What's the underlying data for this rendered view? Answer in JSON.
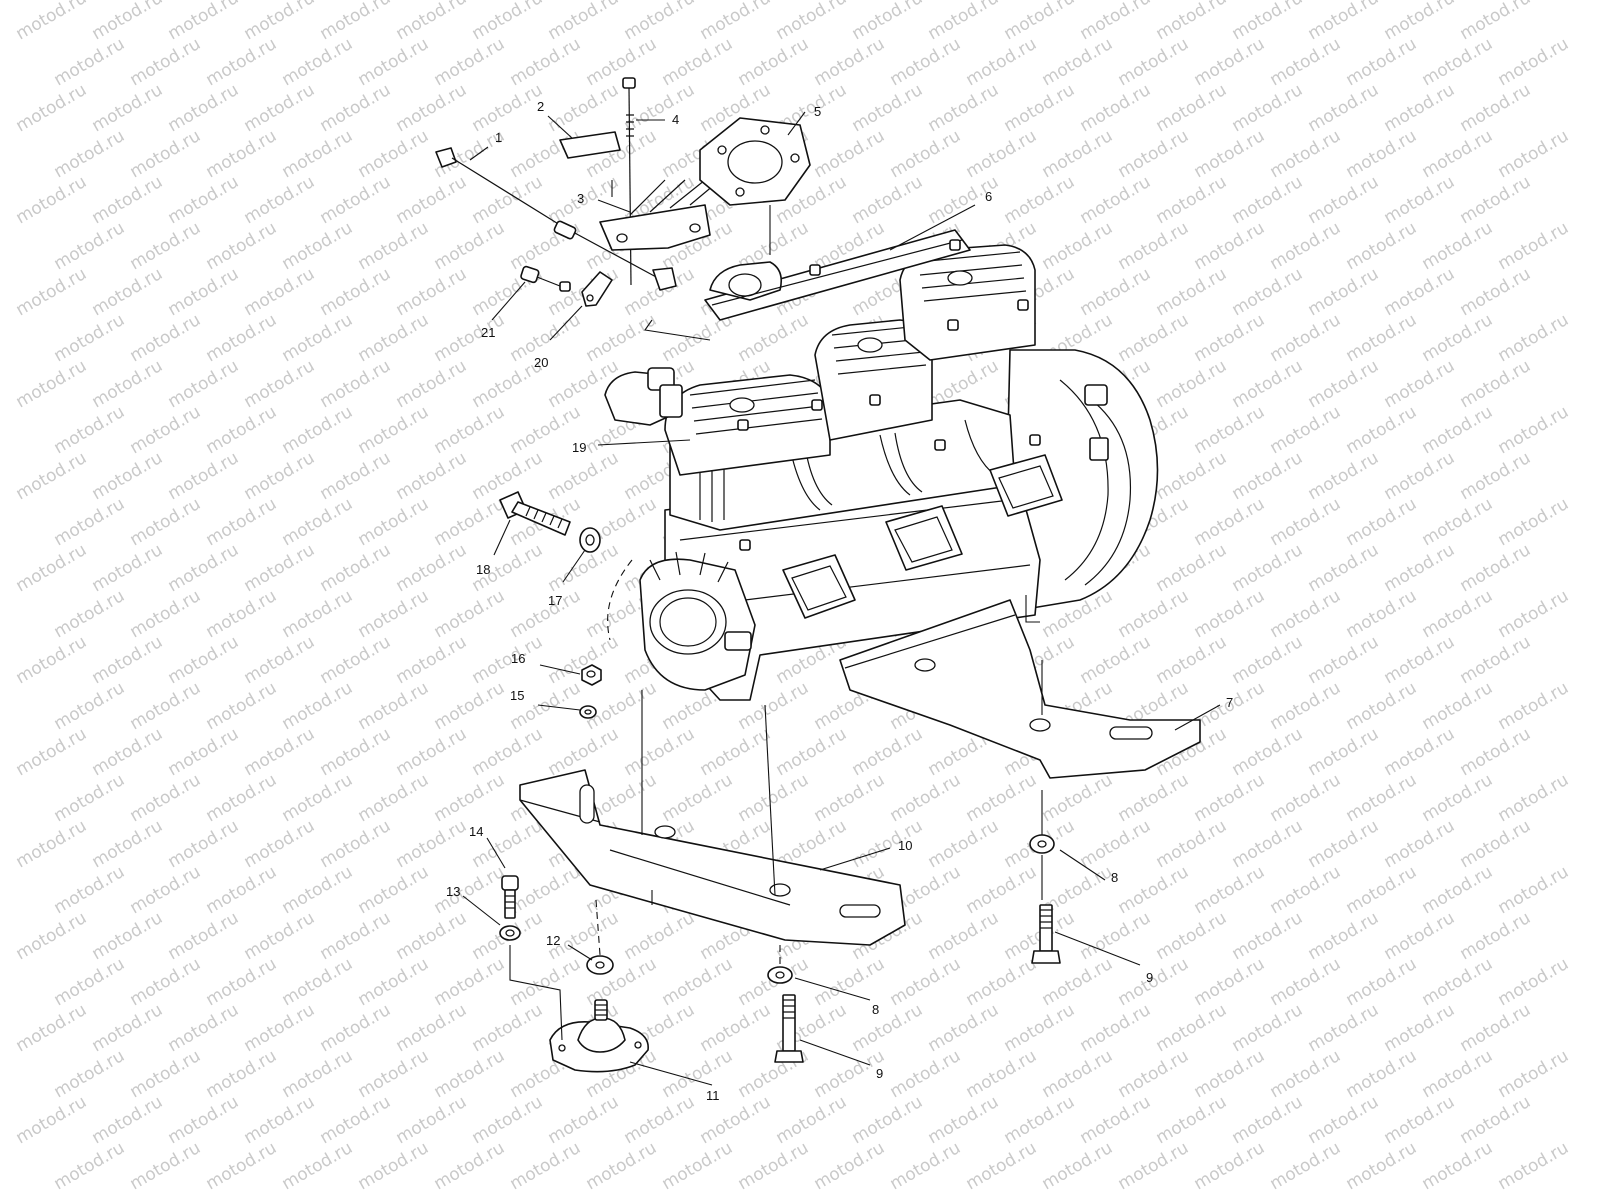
{
  "diagram": {
    "watermark_text": "motod.ru",
    "callouts": [
      {
        "id": "1",
        "label": "1"
      },
      {
        "id": "2",
        "label": "2"
      },
      {
        "id": "3",
        "label": "3"
      },
      {
        "id": "4",
        "label": "4"
      },
      {
        "id": "5",
        "label": "5"
      },
      {
        "id": "6",
        "label": "6"
      },
      {
        "id": "7",
        "label": "7"
      },
      {
        "id": "8a",
        "label": "8"
      },
      {
        "id": "8b",
        "label": "8"
      },
      {
        "id": "9a",
        "label": "9"
      },
      {
        "id": "9b",
        "label": "9"
      },
      {
        "id": "10",
        "label": "10"
      },
      {
        "id": "11",
        "label": "11"
      },
      {
        "id": "12",
        "label": "12"
      },
      {
        "id": "13",
        "label": "13"
      },
      {
        "id": "14",
        "label": "14"
      },
      {
        "id": "15",
        "label": "15"
      },
      {
        "id": "16",
        "label": "16"
      },
      {
        "id": "17",
        "label": "17"
      },
      {
        "id": "18",
        "label": "18"
      },
      {
        "id": "19",
        "label": "19"
      },
      {
        "id": "20",
        "label": "20"
      },
      {
        "id": "21",
        "label": "21"
      }
    ]
  }
}
